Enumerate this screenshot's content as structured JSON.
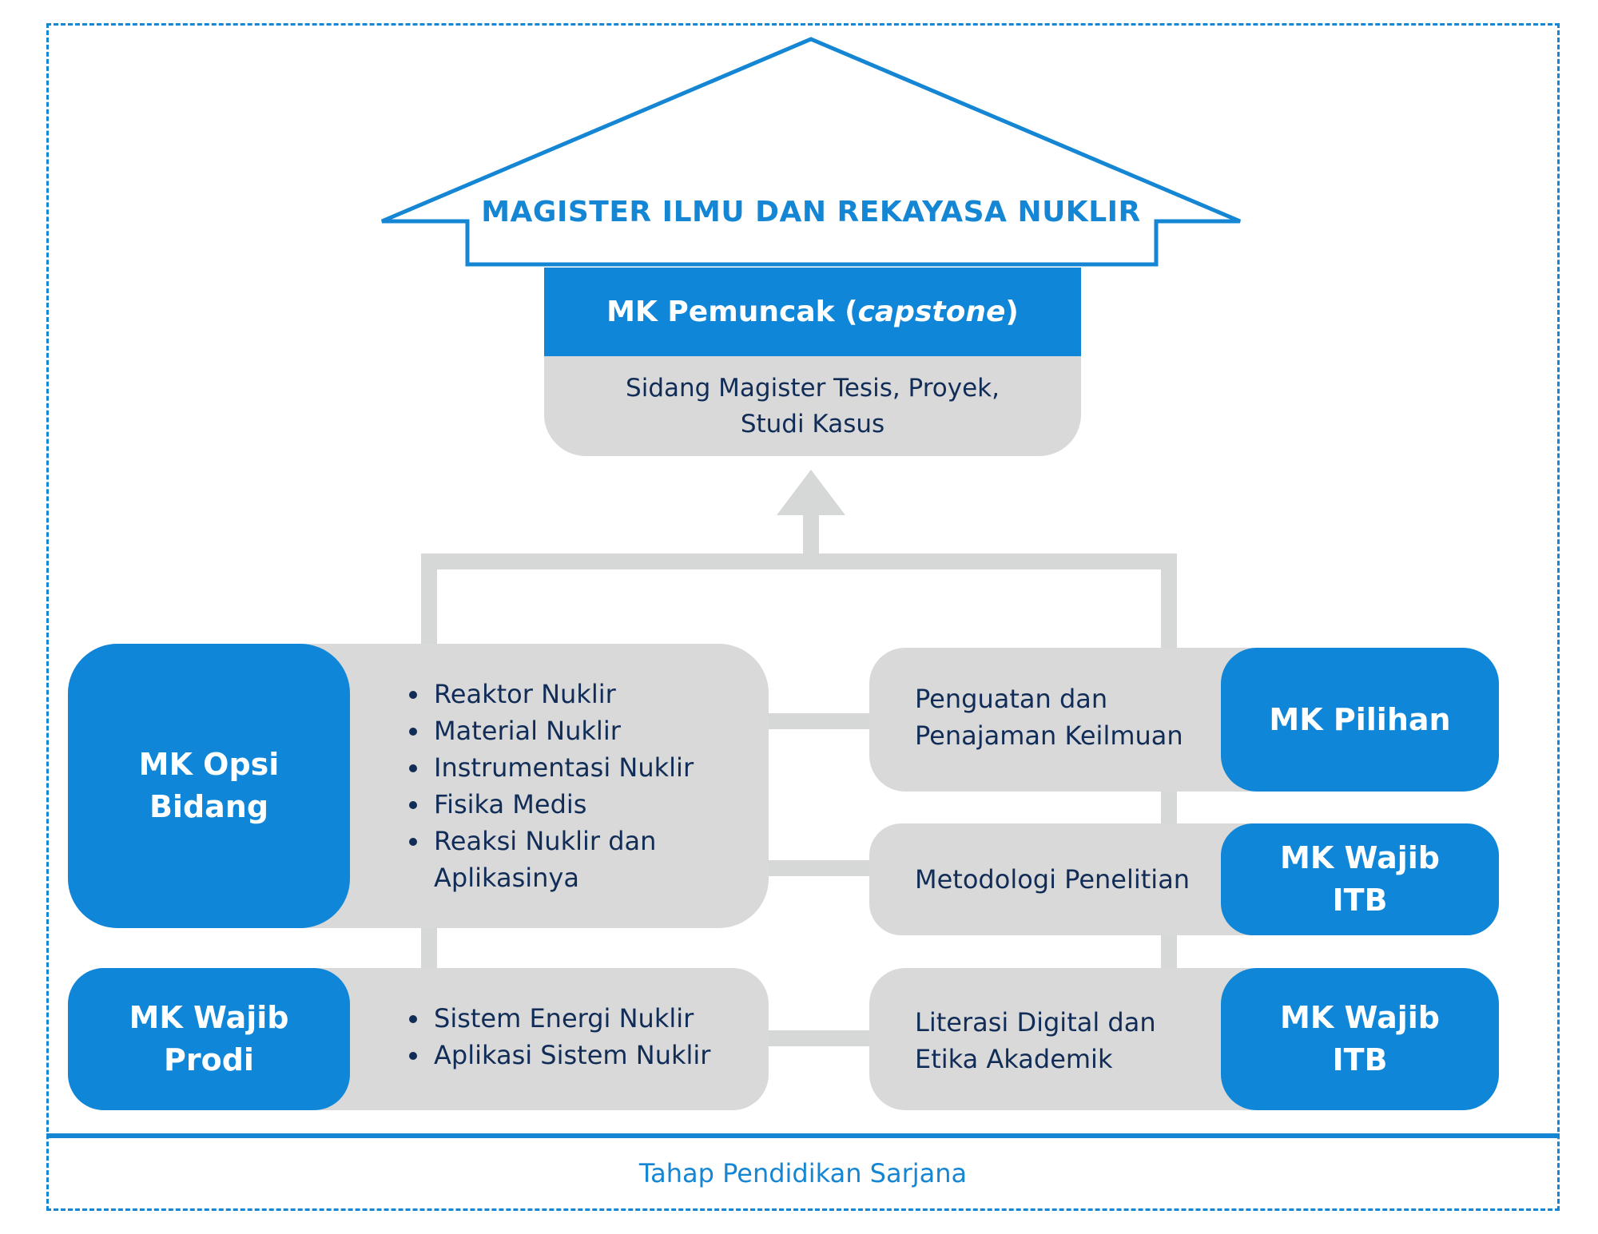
{
  "title": "MAGISTER ILMU DAN REKAYASA NUKLIR",
  "capstone": {
    "header_main": "MK Pemuncak (",
    "header_italic": "capstone",
    "header_close": ")",
    "description": "Sidang Magister Tesis, Proyek, Studi Kasus"
  },
  "left": {
    "opsi": {
      "label": "MK Opsi Bidang",
      "items": [
        "Reaktor Nuklir",
        "Material Nuklir",
        "Instrumentasi Nuklir",
        "Fisika Medis",
        "Reaksi Nuklir dan Aplikasinya"
      ]
    },
    "wajib_prodi": {
      "label": "MK Wajib Prodi",
      "items": [
        "Sistem Energi Nuklir",
        "Aplikasi Sistem Nuklir"
      ]
    }
  },
  "right": [
    {
      "description": "Penguatan dan Penajaman Keilmuan",
      "label": "MK Pilihan"
    },
    {
      "description": "Metodologi Penelitian",
      "label": "MK Wajib ITB"
    },
    {
      "description": "Literasi Digital dan Etika Akademik",
      "label": "MK Wajib ITB"
    }
  ],
  "foundation": "Tahap Pendidikan Sarjana",
  "colors": {
    "accent": "#1486d4",
    "box_blue": "#0f86d7",
    "box_grey": "#d9d9d9",
    "text_dark": "#112d57"
  }
}
